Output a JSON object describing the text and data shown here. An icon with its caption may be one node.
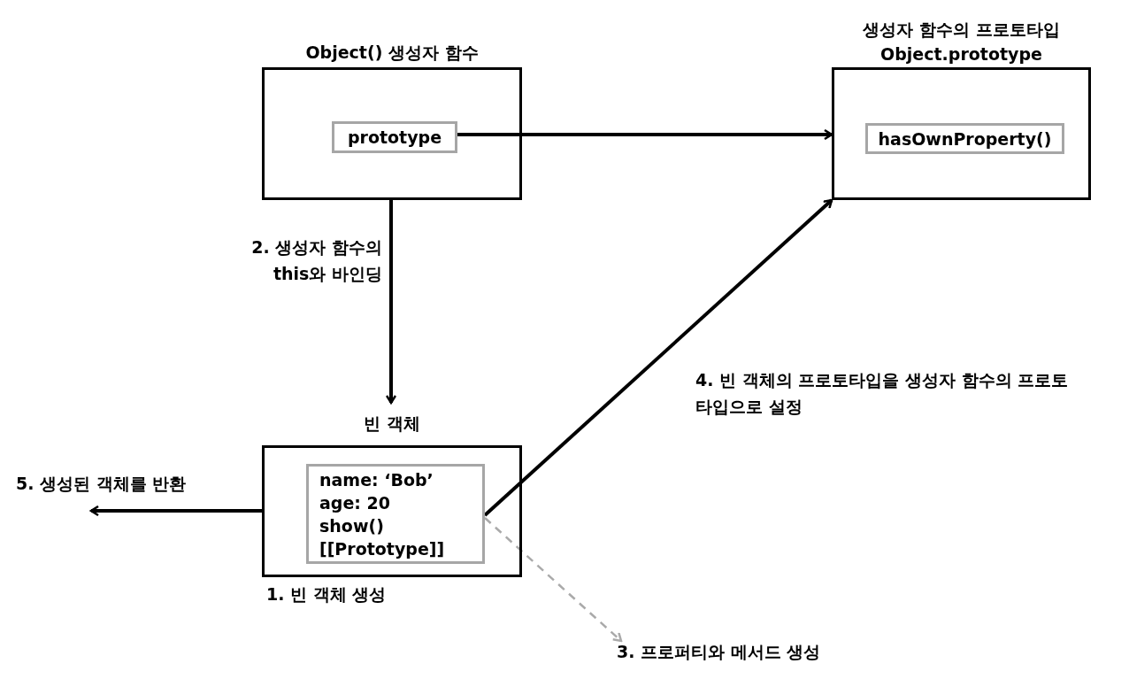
{
  "diagram": {
    "nodes": [
      {
        "text": [
          "Object() 생성자 함수"
        ]
      },
      {
        "text": [
          "prototype"
        ],
        "in": 0
      },
      {
        "text": [
          "생성자 함수의 프로토타입",
          "Object.prototype"
        ]
      },
      {
        "text": [
          "hasOwnProperty()"
        ],
        "in": 2
      },
      {
        "text": [
          "빈 객체"
        ],
        "beside": [
          "1. 빈 객체 생성"
        ]
      },
      {
        "text": [
          "name: ‘Bob’",
          "age: 20",
          "show()",
          "[[Prototype]]"
        ],
        "in": 4
      },
      {
        "text": [
          "3. 프로퍼티와 메서드 생성"
        ]
      }
    ],
    "edges": [
      {
        "from": 1,
        "to": 2,
        "arrow": "to"
      },
      {
        "from": 0,
        "to": 4,
        "arrow": "to",
        "label": "2. 생성자 함수의 this와 바인딩"
      },
      {
        "from": 5,
        "to": 2,
        "arrow": "to",
        "label": "4. 빈 객체의 프로토타입을 생성자 함수의 프로토타입으로 설정"
      },
      {
        "from": 5,
        "to": 6,
        "arrow": "to",
        "style": "dashed",
        "color": "#aaaaaa"
      },
      {
        "from": 4,
        "to": null,
        "arrow": "to",
        "label": "5. 생성된 객체를 반환"
      }
    ]
  }
}
